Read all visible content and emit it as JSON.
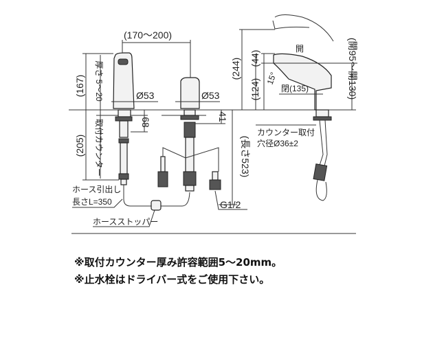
{
  "dimensions": {
    "spacing": "(170～200)",
    "height_167": "(167)",
    "thickness": "厚さ 5～20",
    "dia_left": "Ø53",
    "dia_right": "Ø53",
    "counter_label": "取付カウンター",
    "height_205": "(205)",
    "d68": "68",
    "d41": "41",
    "height_244": "(244)",
    "length_523": "(長さ523)",
    "height_124": "(124)",
    "d44": "(44)",
    "open_range": "(開95～開130)",
    "angle": "15°",
    "open": "開",
    "closed_135": "閉(135)"
  },
  "labels": {
    "hose_line1": "ホース引出し",
    "hose_line2": "長さL=350",
    "hose_stopper": "ホースストッパー",
    "thread": "G1/2",
    "mount_line1": "カウンター取付",
    "mount_line2": "穴径Ø36±2"
  },
  "notes": [
    "※取付カウンター厚み許容範囲5～20mm。",
    "※止水栓はドライバー式をご使用下さい。"
  ]
}
